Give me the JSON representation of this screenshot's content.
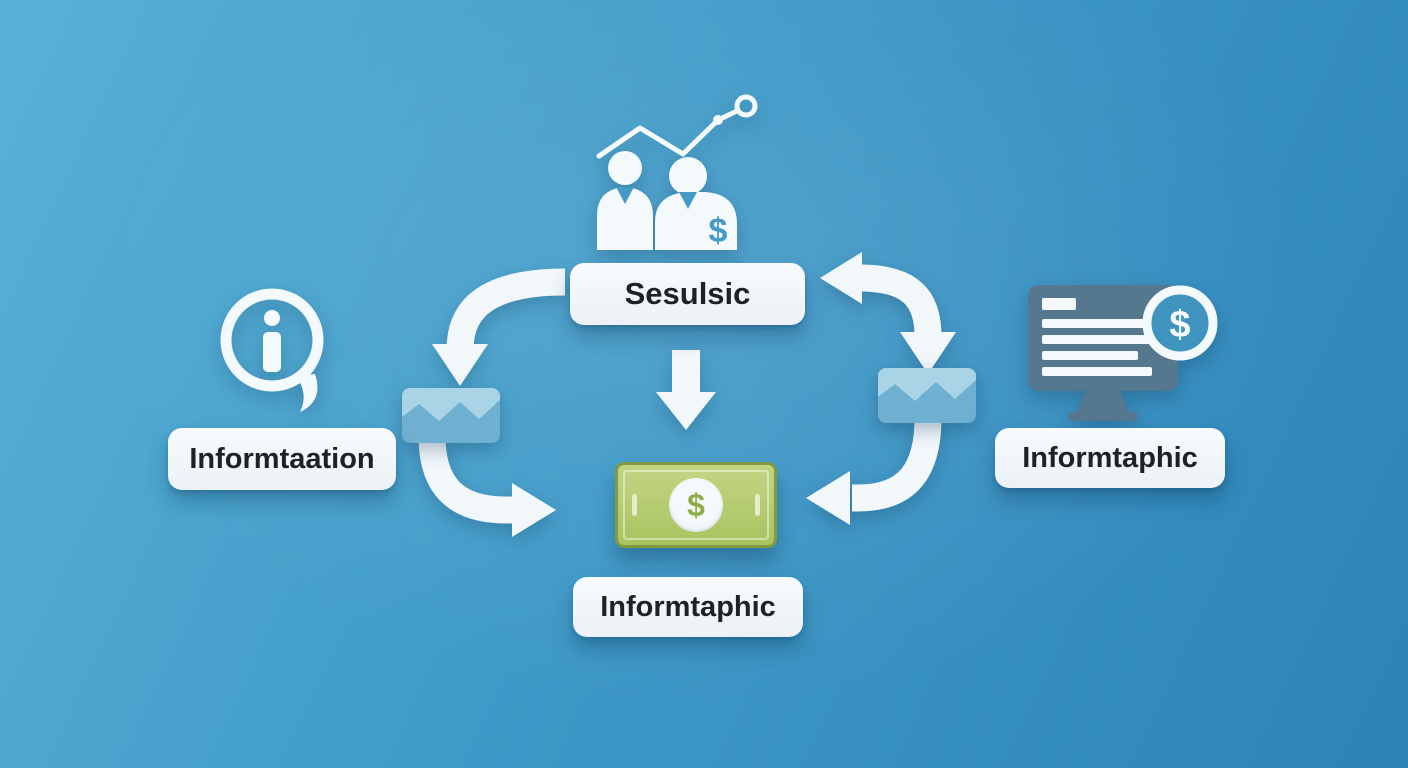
{
  "colors": {
    "bg1": "#58b1d6",
    "bg2": "#2c83b8",
    "label-bg": "#ebf1f6",
    "label-text": "#1c2228",
    "arrow": "#f2f7fa",
    "icon-white": "#f4f9fb",
    "icon-blue": "#459bc5",
    "monitor-frame": "#56788f",
    "coin-bg": "#3f94c0",
    "envelope-base": "#6fb0d0",
    "envelope-flap": "#a8d4e6",
    "bill-green-light": "#c3d584",
    "bill-green": "#a9c35e",
    "bill-border": "#7e9b40",
    "bill-symbol": "#8fae4a"
  },
  "nodes": {
    "top": {
      "label": "Sesulsic",
      "icon": "people-analytics-icon"
    },
    "left": {
      "label": "Informtaation",
      "icon": "info-speech-bubble-icon"
    },
    "right": {
      "label": "Informtaphic",
      "icon": "monitor-dollar-icon"
    },
    "bottom": {
      "label": "Informtaphic",
      "icon": "dollar-bill-icon"
    }
  },
  "symbols": {
    "dollar": "$"
  }
}
